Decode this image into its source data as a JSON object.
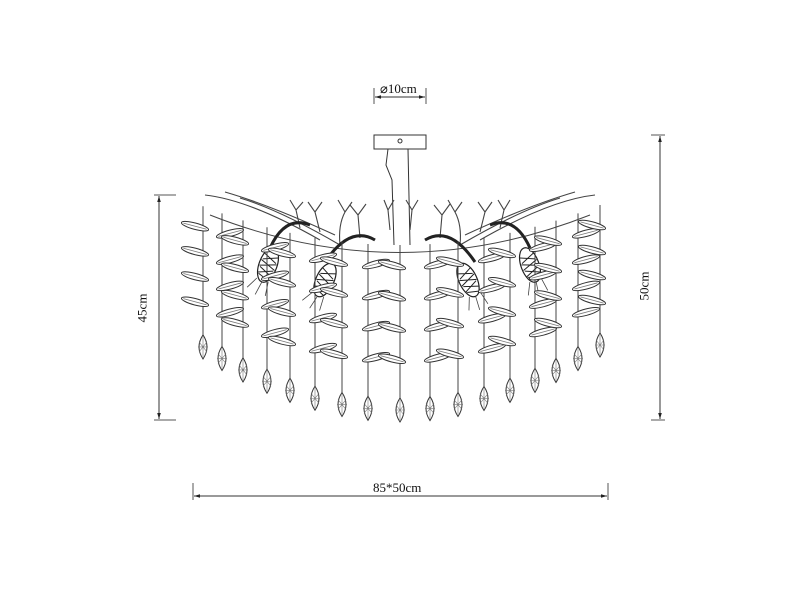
{
  "drawing": {
    "title": "Chandelier technical dimension drawing",
    "line_color": "#333333",
    "dim_color": "#555555",
    "background": "#ffffff"
  },
  "dimensions": {
    "canopy_diameter": "⌀10cm",
    "left_height": "45cm",
    "right_height": "50cm",
    "bottom_width": "85*50cm"
  },
  "fixture": {
    "lamp_holders": 4,
    "pendant_drop_count": 17,
    "canopy": "rectangular ceiling plate",
    "branch_style": "coral twig arms"
  }
}
